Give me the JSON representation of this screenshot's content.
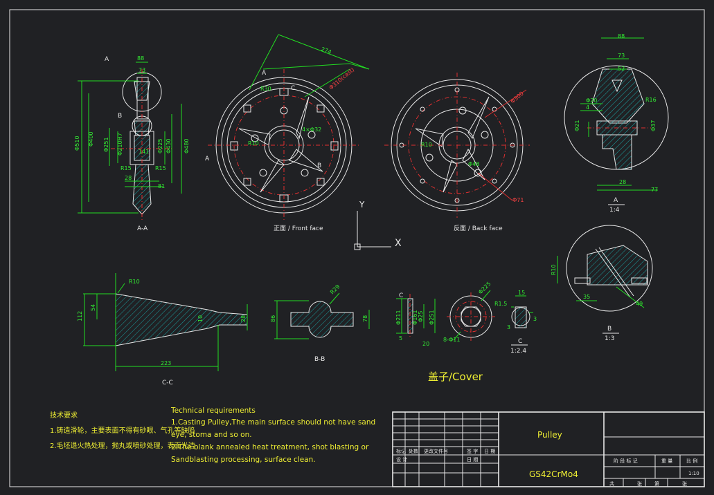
{
  "views": {
    "aa_label": "A-A",
    "front_label": "正面 / Front face",
    "back_label": "反面 / Back face",
    "detail_a_letter": "A",
    "detail_a_scale": "1:4",
    "detail_b_letter": "B",
    "detail_b_scale": "1:3",
    "detail_c_letter": "C",
    "detail_c_scale": "1:2.4",
    "cc_label": "C-C",
    "bb_label": "B-B",
    "cover_label": "盖子/Cover"
  },
  "markers": {
    "a": "A",
    "b": "B",
    "c": "C"
  },
  "dims": {
    "aa": [
      "88",
      "73",
      "Φ510",
      "Φ400",
      "Φ251",
      "Φ210H7",
      "141",
      "Φ225",
      "Φ430",
      "Φ480",
      "R15",
      "R15",
      "28",
      "81"
    ],
    "front": [
      "274",
      "R30",
      "R10",
      "Φ310(cast)",
      "4×Φ32"
    ],
    "back": [
      "Φ300",
      "R10",
      "Φ71",
      "Φ48"
    ],
    "detail_a": [
      "88",
      "73",
      "52",
      "Φ20",
      "4",
      "R16",
      "Φ21",
      "Φ37",
      "28",
      "77"
    ],
    "detail_b": [
      "R10",
      "35",
      "49"
    ],
    "cc": [
      "R10",
      "112",
      "54",
      "223",
      "28",
      "10"
    ],
    "bb": [
      "R29",
      "86",
      "78"
    ],
    "cover": [
      "Φ211",
      "Φ161",
      "Φ25",
      "Φ251",
      "5",
      "20",
      "Φ225",
      "8-Φ11"
    ],
    "detail_c": [
      "15",
      "R1.5",
      "3",
      "3"
    ]
  },
  "axis": {
    "y": "Y",
    "x": "X"
  },
  "notes_cn": {
    "title": "技术要求",
    "line1": "1.铸造滑轮，主要表面不得有砂眼、气孔等缺陷",
    "line2": "2.毛坯退火热处理，抛丸或喷砂处理，表面光洁"
  },
  "notes_en": {
    "title": "Technical requirements",
    "line1": "1.Casting Pulley,The main surface should not have sand",
    "line2": "eye, stoma and so on.",
    "line3": "2.The blank annealed heat treatment, shot blasting or",
    "line4": "Sandblasting processing, surface clean."
  },
  "title_block": {
    "part_name": "Pulley",
    "material": "GS42CrMo4",
    "scale": "1:10",
    "labels_row1": [
      "标记",
      "处数",
      "更改文件号",
      "签 字",
      "日 期"
    ],
    "label_design": "设 计",
    "label_date": "日 期",
    "labels_right": [
      "阶 段 标 记",
      "重 量",
      "比 例"
    ],
    "labels_bottom": [
      "共",
      "张",
      "第",
      "张"
    ]
  }
}
